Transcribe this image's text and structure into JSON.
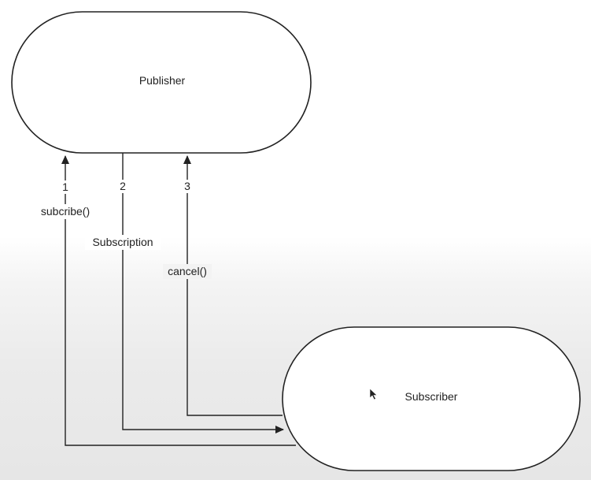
{
  "nodes": {
    "publisher": {
      "label": "Publisher"
    },
    "subscriber": {
      "label": "Subscriber"
    }
  },
  "edges": {
    "subscribe": {
      "number": "1",
      "label": "subcribe()"
    },
    "subscription": {
      "number": "2",
      "label": "Subscription"
    },
    "cancel": {
      "number": "3",
      "label": "cancel()"
    }
  },
  "colors": {
    "stroke": "#222222",
    "node_fill": "#ffffff"
  },
  "icons": {
    "cursor": "mouse-pointer-icon"
  }
}
